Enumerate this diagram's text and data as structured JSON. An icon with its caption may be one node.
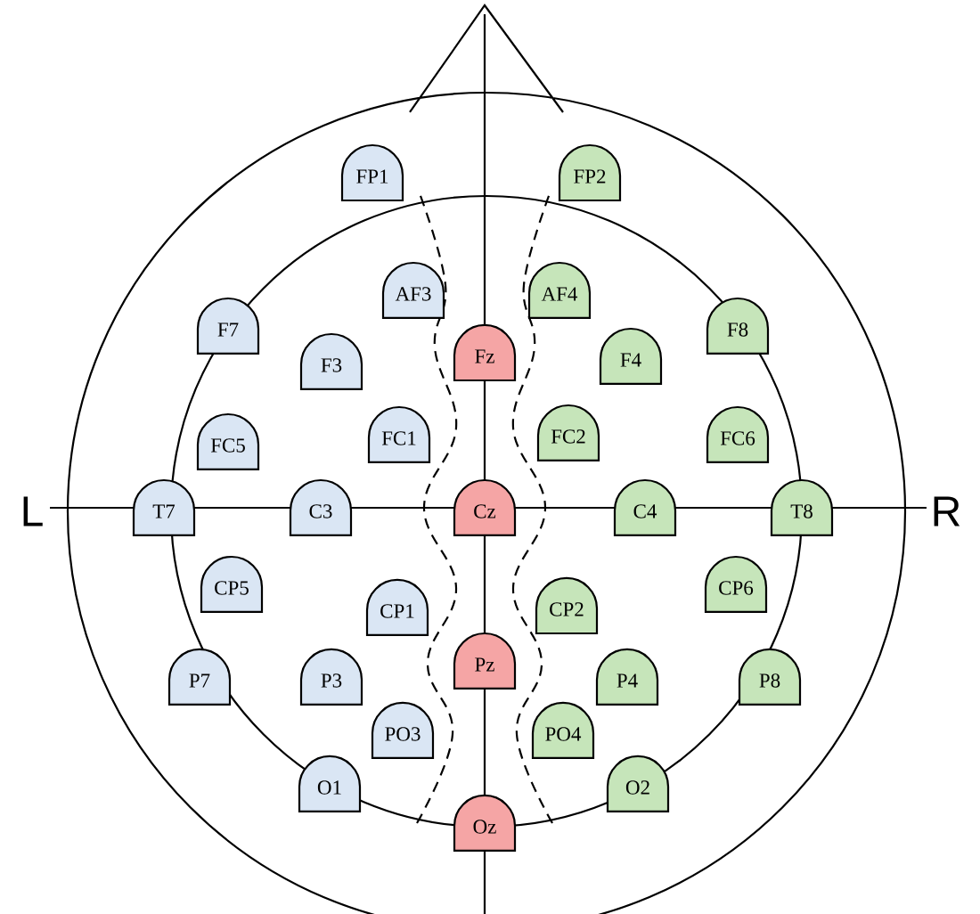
{
  "diagram": {
    "nodes": [
      {
        "text": [
          "FP1"
        ]
      },
      {
        "text": [
          "FP2"
        ]
      },
      {
        "text": [
          "AF3"
        ]
      },
      {
        "text": [
          "AF4"
        ]
      },
      {
        "text": [
          "F7"
        ]
      },
      {
        "text": [
          "F3"
        ]
      },
      {
        "text": [
          "Fz"
        ]
      },
      {
        "text": [
          "F4"
        ]
      },
      {
        "text": [
          "F8"
        ]
      },
      {
        "text": [
          "FC5"
        ]
      },
      {
        "text": [
          "FC1"
        ]
      },
      {
        "text": [
          "FC2"
        ]
      },
      {
        "text": [
          "FC6"
        ]
      },
      {
        "text": [
          "T7"
        ]
      },
      {
        "text": [
          "C3"
        ]
      },
      {
        "text": [
          "Cz"
        ]
      },
      {
        "text": [
          "C4"
        ]
      },
      {
        "text": [
          "T8"
        ]
      },
      {
        "text": [
          "CP5"
        ]
      },
      {
        "text": [
          "CP1"
        ]
      },
      {
        "text": [
          "CP2"
        ]
      },
      {
        "text": [
          "CP6"
        ]
      },
      {
        "text": [
          "P7"
        ]
      },
      {
        "text": [
          "P3"
        ]
      },
      {
        "text": [
          "Pz"
        ]
      },
      {
        "text": [
          "P4"
        ]
      },
      {
        "text": [
          "P8"
        ]
      },
      {
        "text": [
          "PO3"
        ]
      },
      {
        "text": [
          "PO4"
        ]
      },
      {
        "text": [
          "O1"
        ]
      },
      {
        "text": [
          "Oz"
        ]
      },
      {
        "text": [
          "O2"
        ]
      }
    ],
    "labels": [
      "L",
      "R"
    ]
  }
}
